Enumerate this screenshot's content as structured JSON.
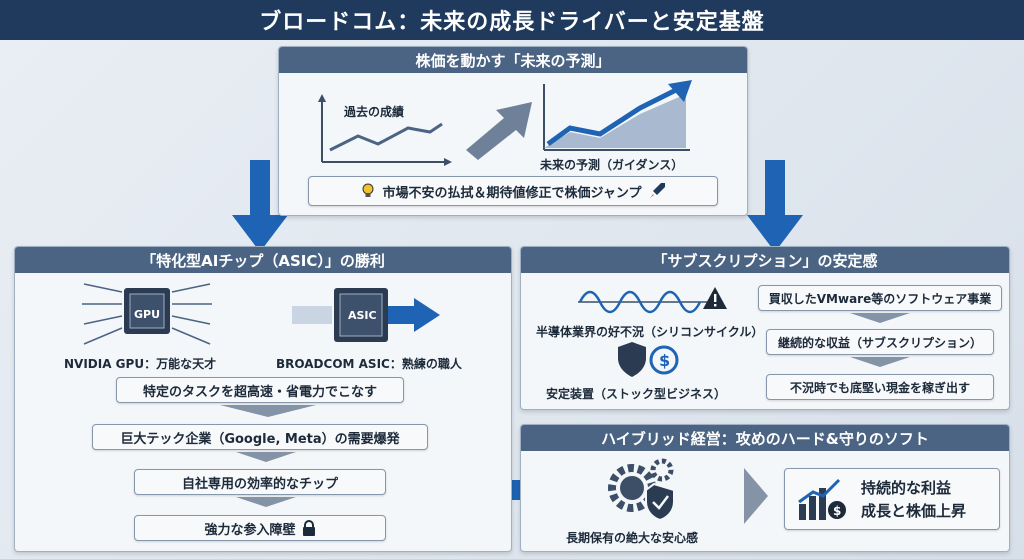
{
  "title": "ブロードコム：未来の成長ドライバーと安定基盤",
  "top_panel": {
    "header": "株価を動かす「未来の予測」",
    "past_label": "過去の成績",
    "future_label": "未来の予測（ガイダンス）",
    "banner": "市場不安の払拭＆期待値修正で株価ジャンプ"
  },
  "asic_panel": {
    "header": "「特化型AIチップ（ASIC）」の勝利",
    "gpu_chip_text": "GPU",
    "asic_chip_text": "ASIC",
    "gpu_label": "NVIDIA GPU：万能な天才",
    "asic_label": "BROADCOM ASIC：熟練の職人",
    "steps": [
      "特定のタスクを超高速・省電力でこなす",
      "巨大テック企業（Google, Meta）の需要爆発",
      "自社専用の効率的なチップ",
      "強力な参入障壁"
    ]
  },
  "subscription_panel": {
    "header": "「サブスクリプション」の安定感",
    "cycle_label": "半導体業界の好不況（シリコンサイクル）",
    "stability_label": "安定装置（ストック型ビジネス）",
    "flow": [
      "買収したVMware等のソフトウェア事業",
      "継続的な収益（サブスクリプション）",
      "不況時でも底堅い現金を稼ぎ出す"
    ]
  },
  "hybrid_panel": {
    "header": "ハイブリッド経営：攻めのハード&守りのソフト",
    "security_label": "長期保有の絶大な安心感",
    "result_line1": "持続的な利益",
    "result_line2": "成長と株価上昇"
  },
  "colors": {
    "navy": "#1f3a5c",
    "header_blue": "#4b6483",
    "accent_blue": "#1e63b4",
    "grey_arrow": "#8593a6"
  }
}
